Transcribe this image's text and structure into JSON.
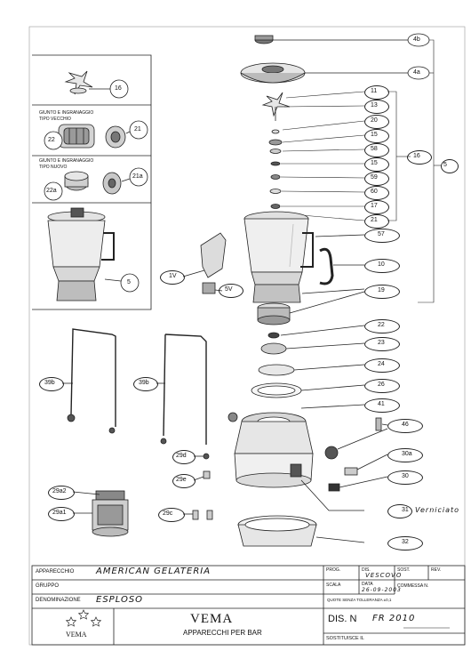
{
  "callouts": {
    "c4b": "4b",
    "c4a": "4a",
    "c11": "11",
    "c13": "13",
    "c20": "20",
    "c15a": "15",
    "c58": "58",
    "c15b": "15",
    "c59": "59",
    "c60": "60",
    "c17": "17",
    "c21a": "21",
    "c16": "16",
    "c5": "5",
    "c57": "57",
    "c10": "10",
    "c19": "19",
    "c22": "22",
    "c23": "23",
    "c24": "24",
    "c26": "26",
    "c41": "41",
    "c46": "46",
    "c30a": "30a",
    "c30": "30",
    "c31": "31",
    "c32": "32",
    "c1v": "1V",
    "c5v": "5V",
    "c39b_left": "39b",
    "c39b_right": "39b",
    "c29d": "29d",
    "c29e": "29e",
    "c29c": "29c",
    "c29a2": "29a2",
    "c29a1": "29a1",
    "inset_16": "16",
    "inset_22": "22",
    "inset_21": "21",
    "inset_22a": "22a",
    "inset_21a": "21a",
    "inset_5": "5"
  },
  "insets": {
    "old_coupling_line1": "GIUNTO E INGRANAGGIO",
    "old_coupling_line2": "TIPO VECCHIO",
    "new_coupling_line1": "GIUNTO E INGRANAGGIO",
    "new_coupling_line2": "TIPO NUOVO"
  },
  "annotation_31": "Verniciato",
  "title_block": {
    "apparecchio_label": "APPARECCHIO",
    "apparecchio_value": "AMERICAN  GELATERIA",
    "gruppo_label": "GRUPPO",
    "denominazione_label": "DENOMINAZIONE",
    "denominazione_value": "ESPLOSO",
    "prog_label": "PROG.",
    "dis_label": "DIS.",
    "dis_value": "VESCOVO",
    "sost_label": "SOST.",
    "rev_label": "REV.",
    "scala_label": "SCALA",
    "data_label": "DATA",
    "data_value": "26-09-2003",
    "commessa_label": "COMMESSA  N.",
    "note_label": "QUOTE SENZA TOLLERANZA ±0,1",
    "company": "VEMA",
    "company_sub": "APPARECCHI PER BAR",
    "logo_text": "VEMA",
    "dis_n_label": "DIS. N",
    "dis_n_value": "FR  2010",
    "sostituisce_label": "SOSTITUISCE IL"
  }
}
